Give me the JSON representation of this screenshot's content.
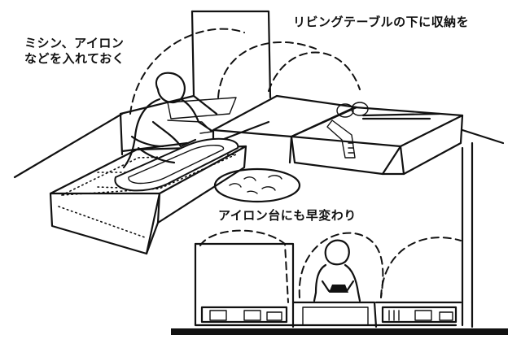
{
  "captions": {
    "top_left": [
      "ミシン、アイロン",
      "などを入れておく"
    ],
    "top_right": "リビングテーブルの下に収納を",
    "bottom": "アイロン台にも早変わり"
  }
}
